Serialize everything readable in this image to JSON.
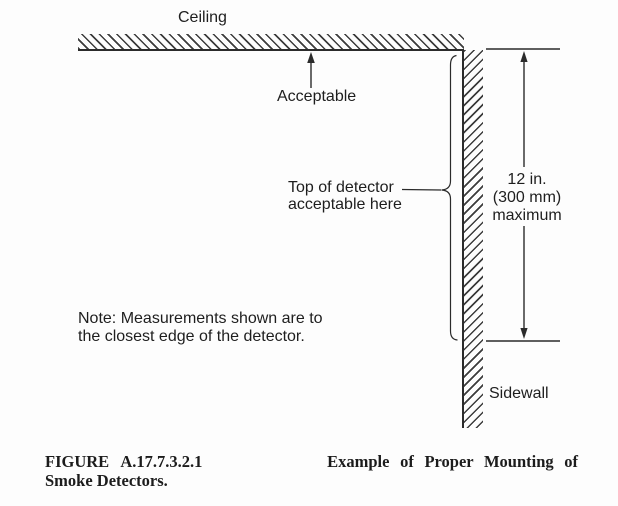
{
  "page": {
    "background": "#fdfdfd",
    "line_color": "#2b2b2b",
    "text_color": "#1e1e1e"
  },
  "diagram": {
    "ceiling_label": "Ceiling",
    "acceptable_label": "Acceptable",
    "detector_label_line1": "Top of detector",
    "detector_label_line2": "acceptable here",
    "dimension": {
      "line1": "12 in.",
      "line2": "(300 mm)",
      "line3": "maximum"
    },
    "note_line1": "Note: Measurements shown are to",
    "note_line2": "the closest edge of the detector.",
    "sidewall_label": "Sidewall"
  },
  "caption": {
    "figure_number": "FIGURE A.17.7.3.2.1",
    "title_rest": "Example of Proper Mounting of",
    "title_line2": "Smoke Detectors."
  }
}
